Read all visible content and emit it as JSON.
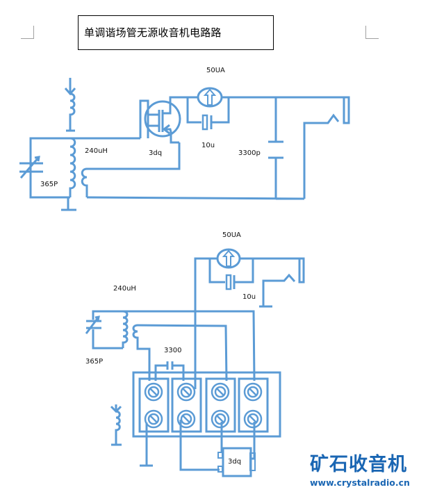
{
  "document": {
    "title": "单调谐场管无源收音机电路路"
  },
  "schematic_top": {
    "labels": {
      "meter": "50UA",
      "cap_10u": "10u",
      "inductor": "240uH",
      "transistor": "3dq",
      "cap_3300p": "3300p",
      "variable_cap": "365P"
    }
  },
  "schematic_bottom": {
    "labels": {
      "meter": "50UA",
      "cap_10u": "10u",
      "inductor": "240uH",
      "cap_3300": "3300",
      "variable_cap": "365P",
      "transistor": "3dq"
    },
    "terminal_strip": {
      "columns": 4,
      "rows": 2
    }
  },
  "watermark": {
    "title": "矿石收音机",
    "url": "www.crystalradio.cn"
  },
  "colors": {
    "wire": "#5b9bd5",
    "watermark": "#1a66b3"
  }
}
